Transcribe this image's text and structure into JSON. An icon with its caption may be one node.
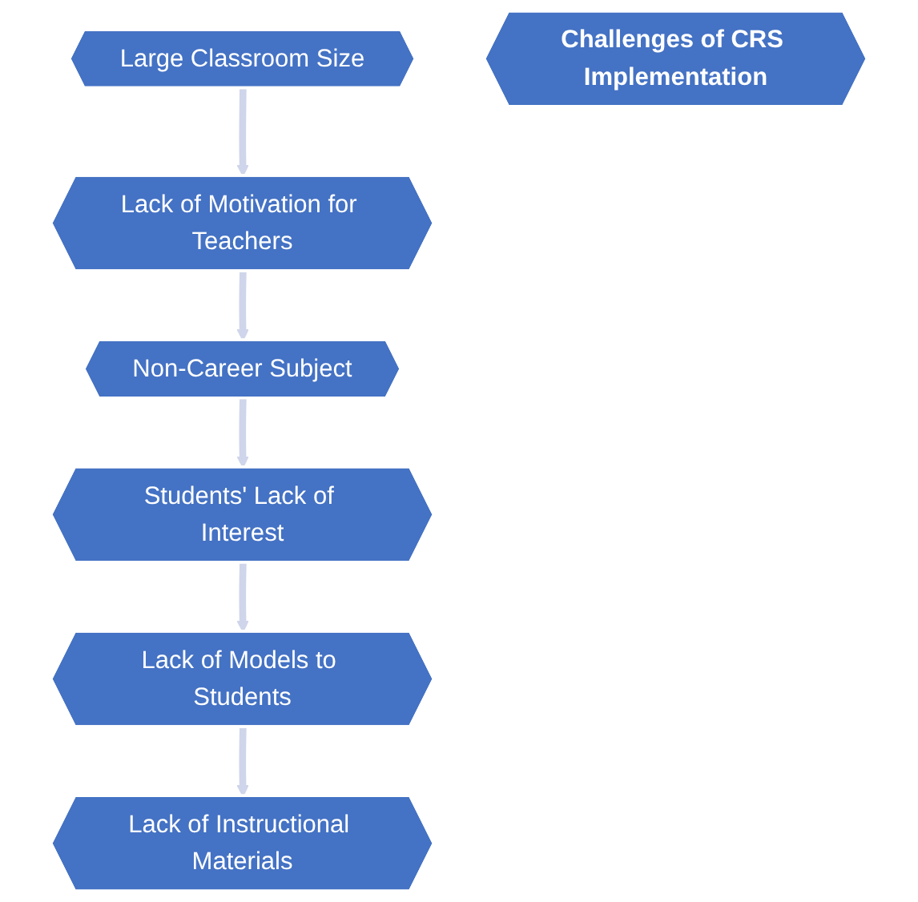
{
  "diagram": {
    "nodes": [
      {
        "text": [
          "Large Classroom Size"
        ]
      },
      {
        "text": [
          "Lack of Instructional Materials"
        ]
      },
      {
        "text": [
          "Challenges of CRS Implementation"
        ]
      },
      {
        "text": [
          "Lack of Motivation for Teachers"
        ]
      },
      {
        "text": [
          "Lack of Models to Students"
        ]
      },
      {
        "text": [
          "Non-Career Subject"
        ]
      },
      {
        "text": [
          "Students' Lack of Interest"
        ]
      }
    ],
    "edges": [
      {
        "from": 0,
        "to": 3,
        "arrow": "to"
      },
      {
        "from": 3,
        "to": 5,
        "arrow": "to"
      },
      {
        "from": 5,
        "to": 6,
        "arrow": "to"
      },
      {
        "from": 6,
        "to": 4,
        "arrow": "to"
      },
      {
        "from": 4,
        "to": 1,
        "arrow": "to"
      }
    ]
  }
}
